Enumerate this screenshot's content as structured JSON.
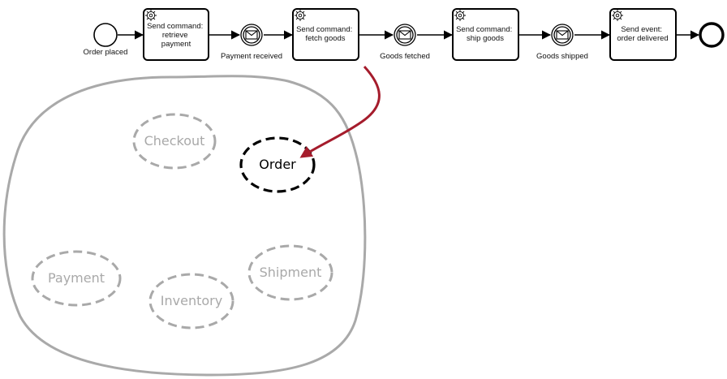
{
  "process": {
    "start_event_label": "Order placed",
    "tasks": [
      {
        "label_lines": [
          "Send command:",
          "retrieve",
          "payment"
        ]
      },
      {
        "label_lines": [
          "Send command:",
          "fetch goods"
        ]
      },
      {
        "label_lines": [
          "Send command:",
          "ship goods"
        ]
      },
      {
        "label_lines": [
          "Send event:",
          "order delivered"
        ]
      }
    ],
    "message_events": [
      {
        "label": "Payment received"
      },
      {
        "label": "Goods fetched"
      },
      {
        "label": "Goods shipped"
      }
    ]
  },
  "services": {
    "checkout": "Checkout",
    "order": "Order",
    "payment": "Payment",
    "inventory": "Inventory",
    "shipment": "Shipment"
  },
  "colors": {
    "highlight_arrow": "#a51c2c",
    "boundary": "#a9a9a9",
    "inactive_service": "#a9a9a9",
    "active_service": "#000000"
  }
}
